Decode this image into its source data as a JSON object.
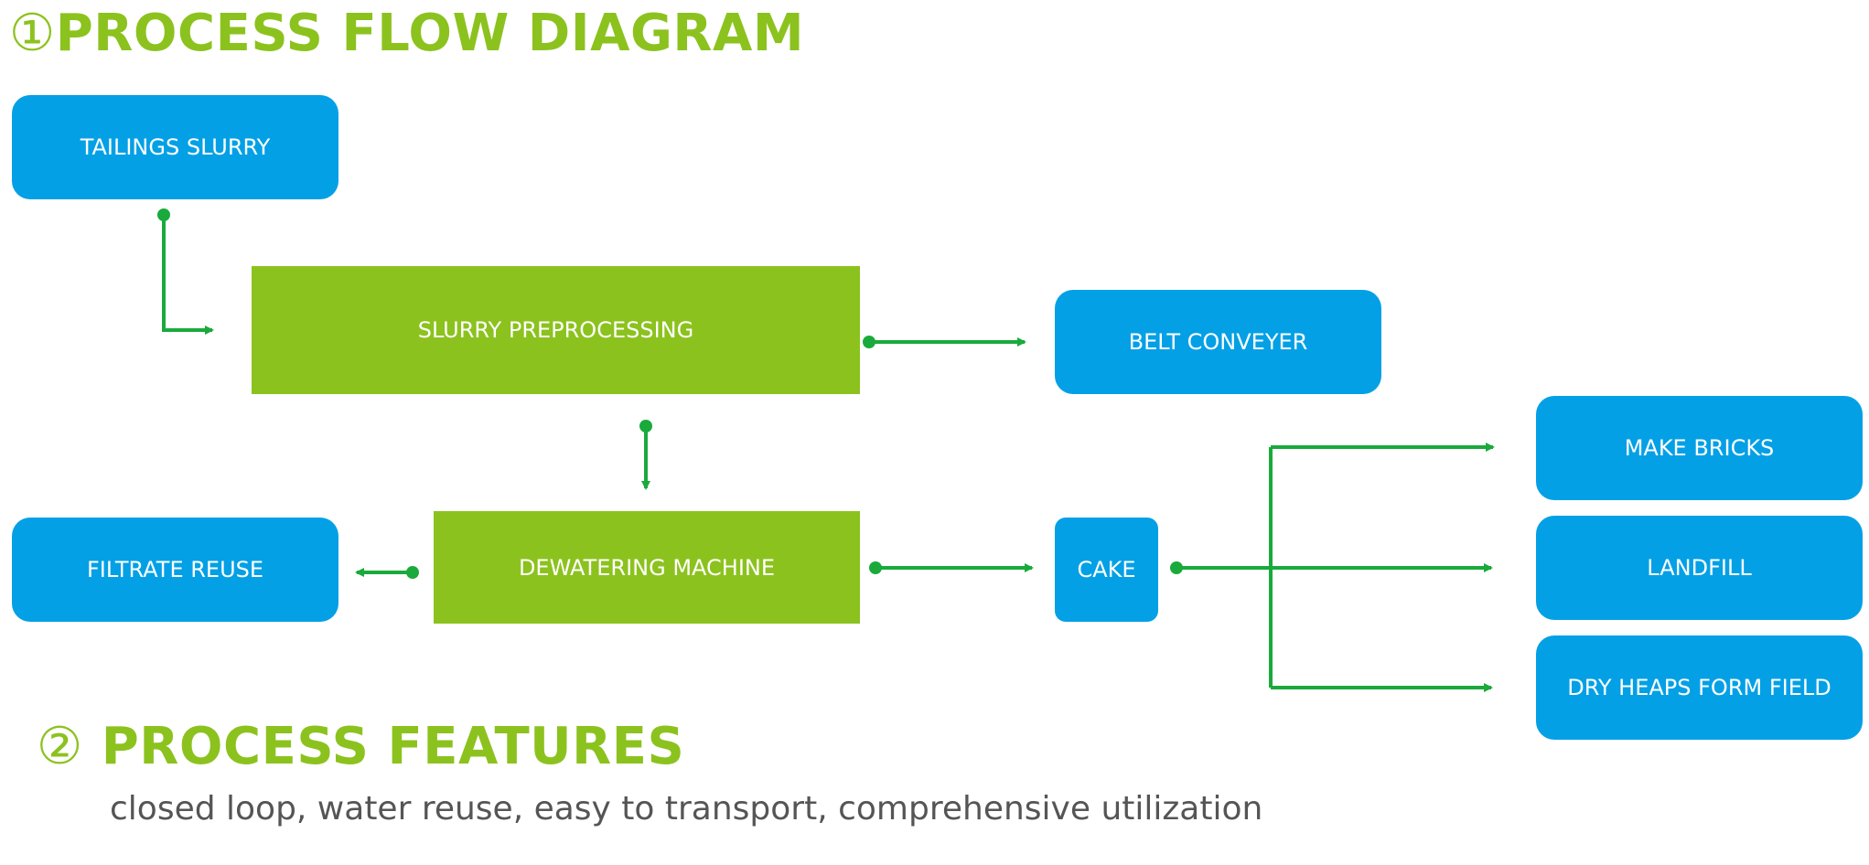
{
  "heading_1": {
    "number": "①",
    "text": "PROCESS FLOW DIAGRAM"
  },
  "heading_2": {
    "number": "②",
    "text": " PROCESS FEATURES"
  },
  "features_text": "closed loop, water reuse, easy to transport, comprehensive utilization",
  "nodes": {
    "tailings_slurry": "TAILINGS SLURRY",
    "slurry_preprocessing": "SLURRY PREPROCESSING",
    "belt_conveyer": "BELT CONVEYER",
    "filtrate_reuse": "FILTRATE REUSE",
    "dewatering_machine": "DEWATERING MACHINE",
    "cake": "CAKE",
    "make_bricks": "MAKE BRICKS",
    "landfill": "LANDFILL",
    "dry_heaps_form_field": "DRY HEAPS FORM FIELD"
  },
  "colors": {
    "accent_green": "#8cc21e",
    "node_blue": "#04a0e6",
    "arrow_green": "#1aaa3c"
  }
}
